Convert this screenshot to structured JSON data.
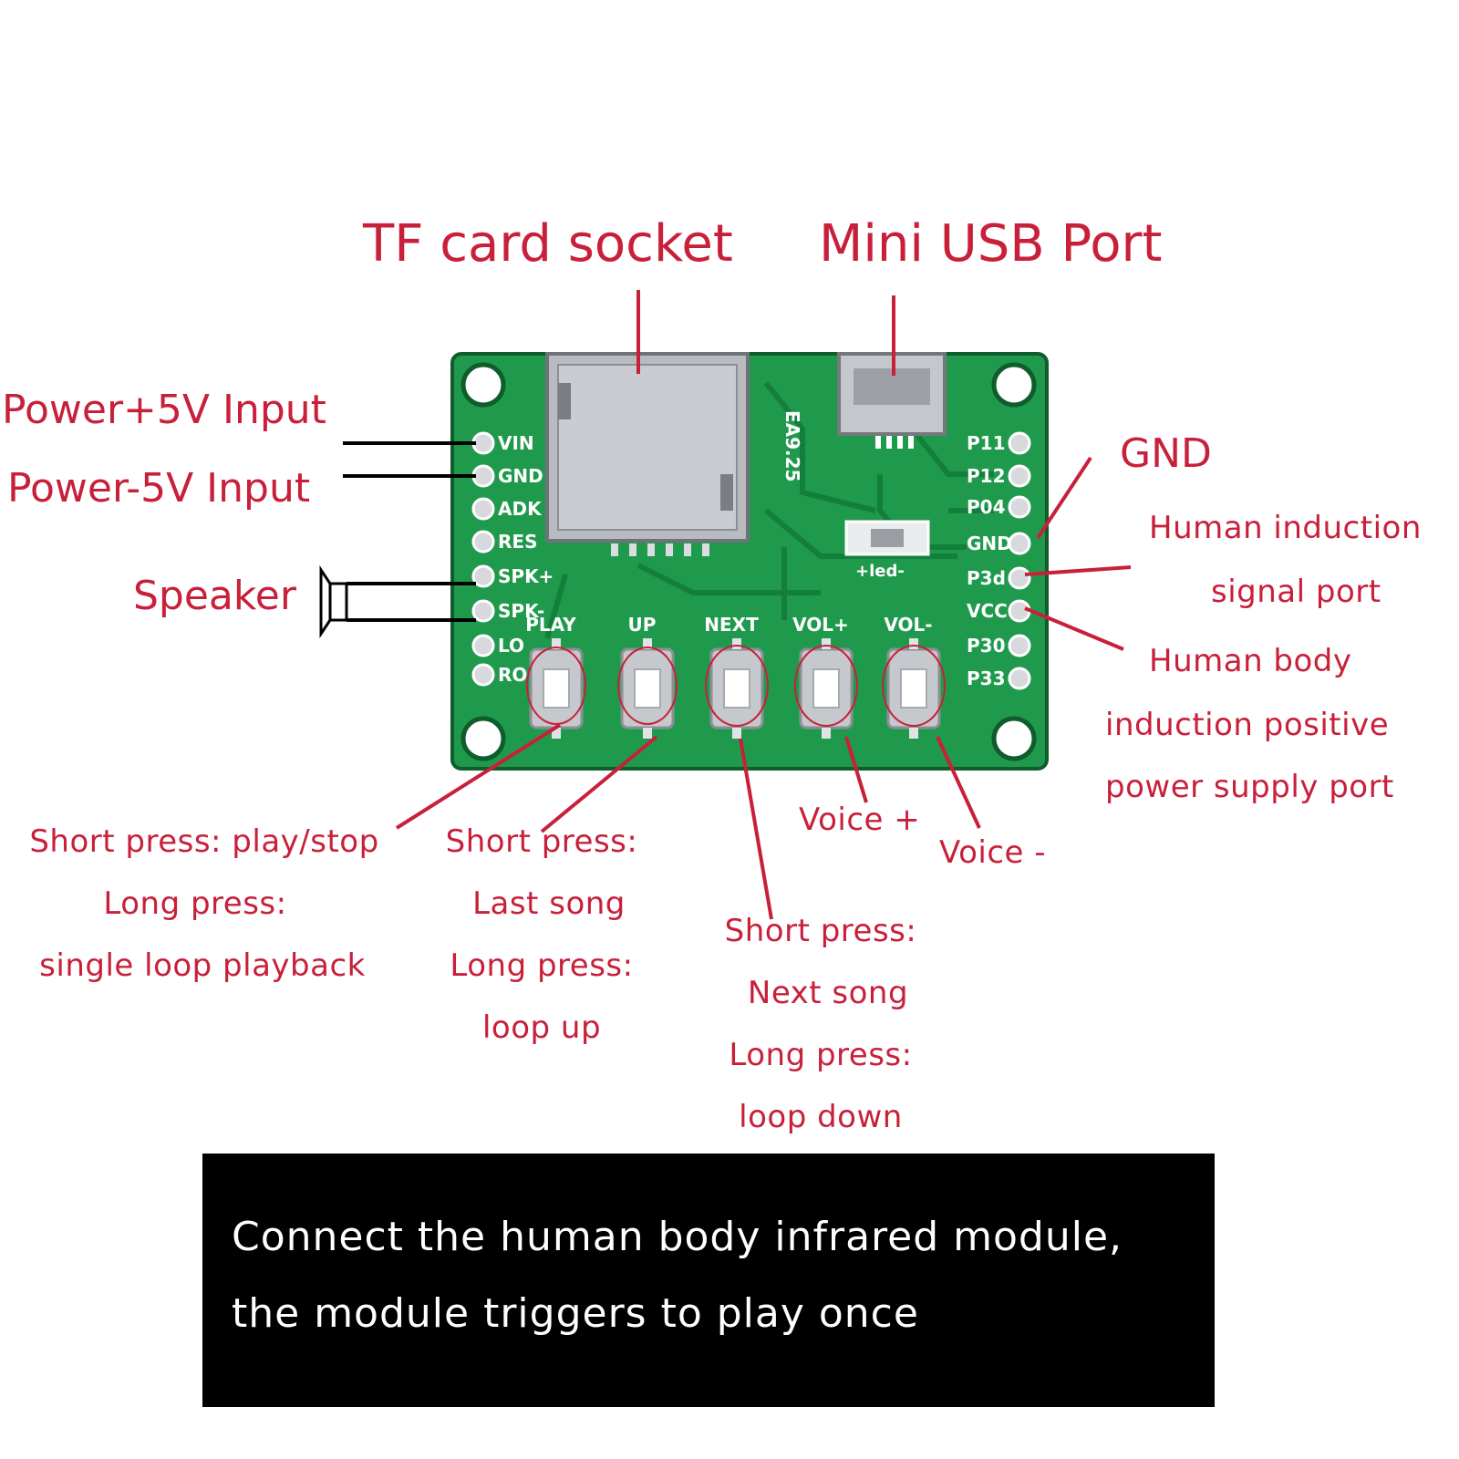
{
  "labels": {
    "tf_card_socket": "TF card socket",
    "mini_usb_port": "Mini USB Port",
    "power_plus": "Power+5V Input",
    "power_minus": "Power-5V Input",
    "speaker": "Speaker",
    "gnd": "GND",
    "human_induction_signal_1": "Human induction",
    "human_induction_signal_2": "signal port",
    "human_body_power_1": "Human body",
    "human_body_power_2": "induction positive",
    "human_body_power_3": "power supply port",
    "voice_plus": "Voice +",
    "voice_minus": "Voice -"
  },
  "button_notes": {
    "play": [
      "Short press: play/stop",
      "Long press:",
      "single loop playback"
    ],
    "up": [
      "Short press:",
      "Last song",
      "Long press:",
      "loop up"
    ],
    "next": [
      "Short press:",
      "Next song",
      "Long press:",
      "loop down"
    ]
  },
  "board": {
    "left_pins": [
      "VIN",
      "GND",
      "ADK",
      "RES",
      "SPK+",
      "SPK-",
      "LO",
      "RO"
    ],
    "right_pins": [
      "P11",
      "P12",
      "P04",
      "GND",
      "P3d",
      "VCC",
      "P30",
      "P33"
    ],
    "button_labels": [
      "PLAY",
      "UP",
      "NEXT",
      "VOL+",
      "VOL-"
    ],
    "chip_text": "EA9.25",
    "led_text": "+led-",
    "colors": {
      "pcb": "#1f9a4c",
      "pcb_dark": "#136b33",
      "annotation": "#c8203a"
    }
  },
  "note": {
    "line1": "Connect the human body infrared module,",
    "line2": "the module triggers to play once"
  }
}
